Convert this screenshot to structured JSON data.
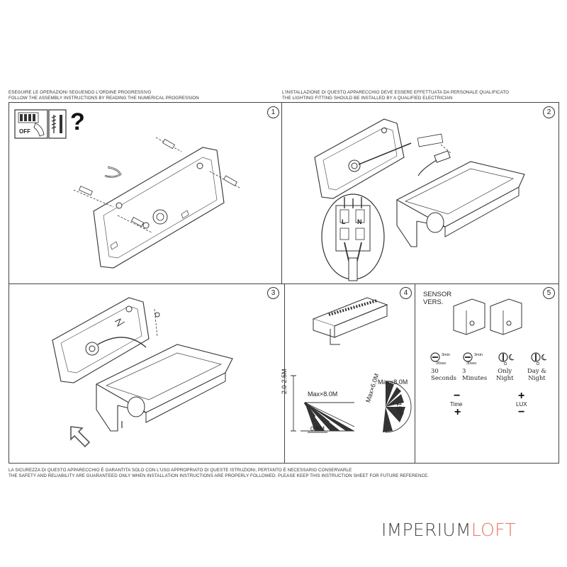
{
  "header": {
    "left_it": "ESEGUIRE LE OPERAZIONI SEGUENDO L'ORDINE PROGRESSIVO",
    "left_en": "FOLLOW THE ASSEMBLY INSTRUCTIONS BY READING THE NUMERICAL PROGRESSION",
    "right_it": "L'INSTALLAZIONE DI QUESTO APPARECCHIO DEVE ESSERE EFFETTUATA DA PERSONALE QUALIFICATO",
    "right_en": "THE LIGHTING FITTING SHOULD BE INSTALLED BY A QUALIFIED ELECTRICIAN"
  },
  "steps": [
    "1",
    "2",
    "3",
    "4",
    "5"
  ],
  "step1": {
    "switch_label": "OFF",
    "question": "?"
  },
  "step2": {
    "terminal_l": "L",
    "terminal_n": "N"
  },
  "step4": {
    "height": "2.0-2.5M",
    "max_range": "Max×8.0M",
    "ground": "0.5M",
    "side_range": "Max×8.0M",
    "side_range2": "Max×6.0M",
    "angle": "150°"
  },
  "step5": {
    "title_1": "SENSOR",
    "title_2": "VERS.",
    "dials": [
      {
        "tag_a": "3min",
        "tag_b": "30sec",
        "line1": "30",
        "line2": "Seconds"
      },
      {
        "tag_a": "3min",
        "tag_b": "30sec",
        "line1": "3",
        "line2": "Minutes"
      },
      {
        "tag_a": "",
        "tag_b": "",
        "line1": "Only",
        "line2": "Night"
      },
      {
        "tag_a": "",
        "tag_b": "",
        "line1": "Day &",
        "line2": "Night"
      }
    ],
    "time": {
      "minus": "−",
      "label": "Time",
      "plus": "+"
    },
    "lux": {
      "plus": "+",
      "label": "LUX",
      "minus": "−"
    }
  },
  "footer": {
    "it": "LA SICUREZZA DI QUESTO APPARECCHIO È GARANTITA SOLO CON L'USO APPROPRIATO DI QUESTE ISTRUZIONI, PERTANTO È NECESSARIO CONSERVARLE",
    "en": "THE SAFETY AND RELIABILITY ARE GUARANTEED ONLY WHEN INSTALLATION INSTRUCTIONS ARE PROPERLY FOLLOWED. PLEASE KEEP THIS INSTRUCTION SHEET FOR FUTURE REFERENCE."
  },
  "brand": {
    "part1": "IMPERIUM",
    "part2": "LOFT",
    "color1": "#4a4a4a",
    "color2": "#e87560"
  }
}
